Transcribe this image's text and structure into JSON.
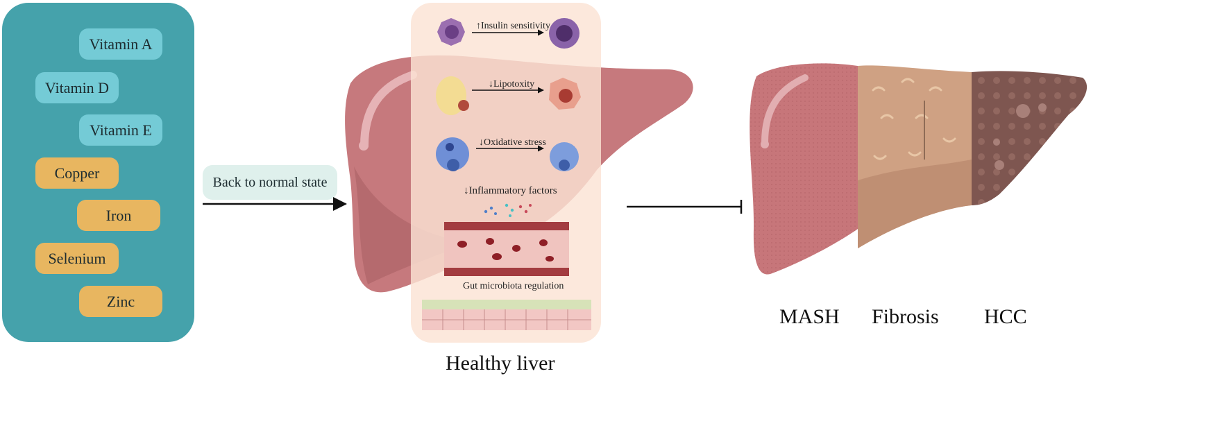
{
  "nutrients": {
    "vitamins": [
      "Vitamin A",
      "Vitamin D",
      "Vitamin E"
    ],
    "minerals": [
      "Copper",
      "Iron",
      "Selenium",
      "Zinc"
    ]
  },
  "arrow_label": "Back to normal state",
  "effects": {
    "insulin": "↑Insulin sensitivity",
    "lipotoxicity": "↓Lipotoxity",
    "oxidative": "↓Oxidative stress",
    "inflammatory": "↓Inflammatory factors",
    "gut": "Gut microbiota regulation"
  },
  "healthy_label": "Healthy liver",
  "stages": [
    "MASH",
    "Fibrosis",
    "HCC"
  ],
  "colors": {
    "panel": "#45a2ab",
    "vitamin_pill": "#74cbd6",
    "mineral_pill": "#e8b660",
    "effects_panel": "#fbe3d4",
    "healthy_liver": "#c6797d",
    "mash": "#c7767a",
    "fibrosis": "#cfa183",
    "hcc": "#7e5650"
  }
}
